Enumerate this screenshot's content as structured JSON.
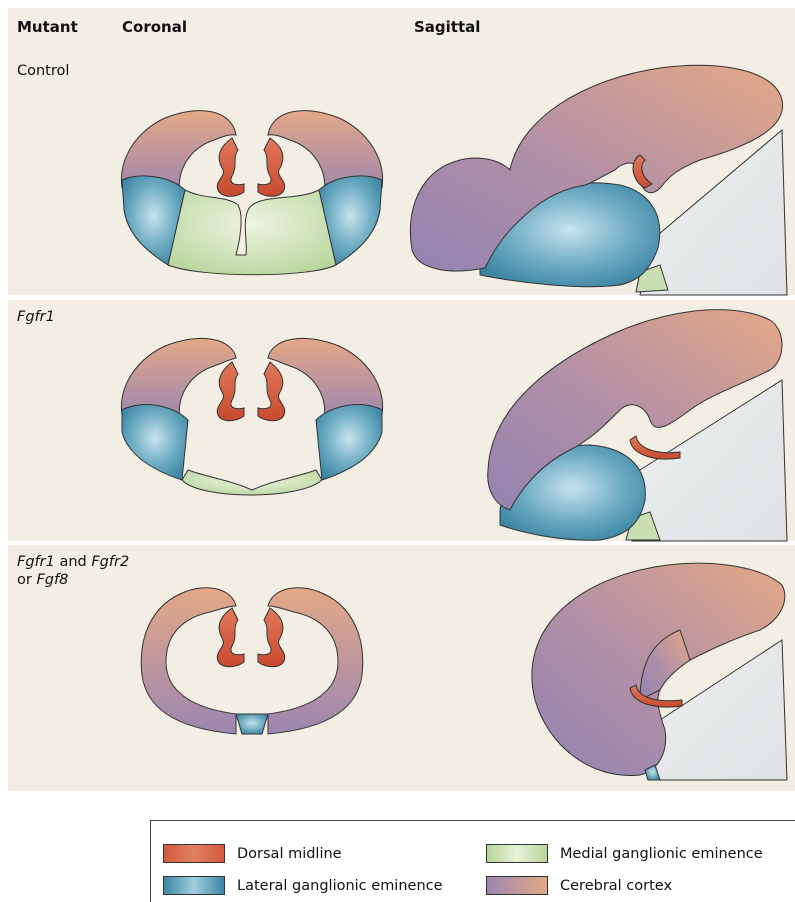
{
  "headers": {
    "mutant": "Mutant",
    "coronal": "Coronal",
    "sagittal": "Sagittal"
  },
  "rows": [
    {
      "label": "Control"
    },
    {
      "label_parts": [
        "Fgfr1"
      ]
    },
    {
      "label_parts": [
        "Fgfr1",
        " and ",
        "Fgfr2",
        "or ",
        "Fgf8"
      ]
    }
  ],
  "legend": {
    "dorsal_midline": "Dorsal midline",
    "mge": "Medial ganglionic eminence",
    "lge": "Lateral ganglionic eminence",
    "cortex": "Cerebral cortex"
  },
  "colors": {
    "panel_bg": "#f2eee3",
    "dorsal_midline": "#d45a3d",
    "mge": "#c9dfb1",
    "lge": "#5a9fb8",
    "cortex_start": "#e4a886",
    "cortex_end": "#9b86b0",
    "tissue": "#e7eaea"
  }
}
